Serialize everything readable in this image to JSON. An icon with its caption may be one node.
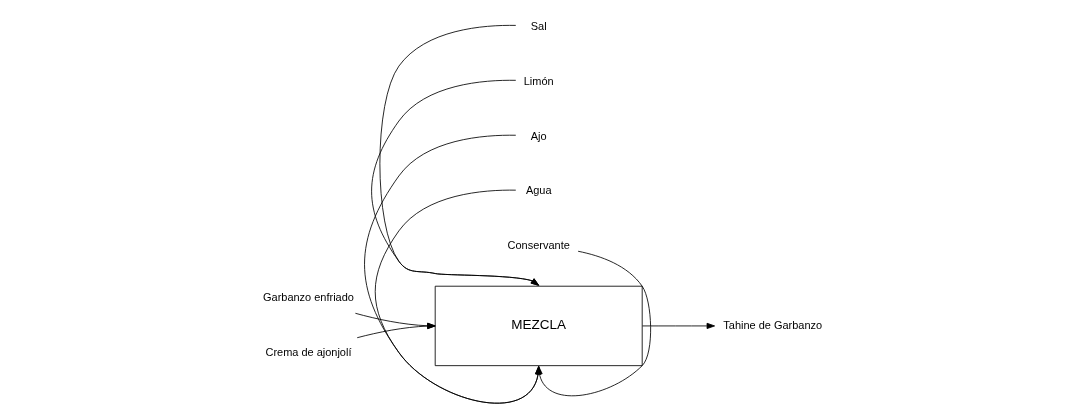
{
  "diagram": {
    "nodes": [
      {
        "text": [
          "MEZCLA"
        ]
      },
      {
        "text": [
          "Garbanzo enfriado"
        ]
      },
      {
        "text": [
          "Crema de ajonjolí"
        ]
      },
      {
        "text": [
          "Sal"
        ]
      },
      {
        "text": [
          "Limón"
        ]
      },
      {
        "text": [
          "Ajo"
        ]
      },
      {
        "text": [
          "Agua"
        ]
      },
      {
        "text": [
          "Conservante"
        ]
      },
      {
        "text": [
          "Tahine de Garbanzo"
        ]
      }
    ],
    "edges": [
      {
        "from": 1,
        "to": 0,
        "arrow": "to"
      },
      {
        "from": 2,
        "to": 0,
        "arrow": "to"
      },
      {
        "from": 3,
        "to": 0,
        "arrow": "to"
      },
      {
        "from": 4,
        "to": 0,
        "arrow": "to"
      },
      {
        "from": 5,
        "to": 0,
        "arrow": "to"
      },
      {
        "from": 6,
        "to": 0,
        "arrow": "to"
      },
      {
        "from": 7,
        "to": 0,
        "arrow": "to"
      },
      {
        "from": 0,
        "to": 8,
        "arrow": "to"
      }
    ]
  }
}
